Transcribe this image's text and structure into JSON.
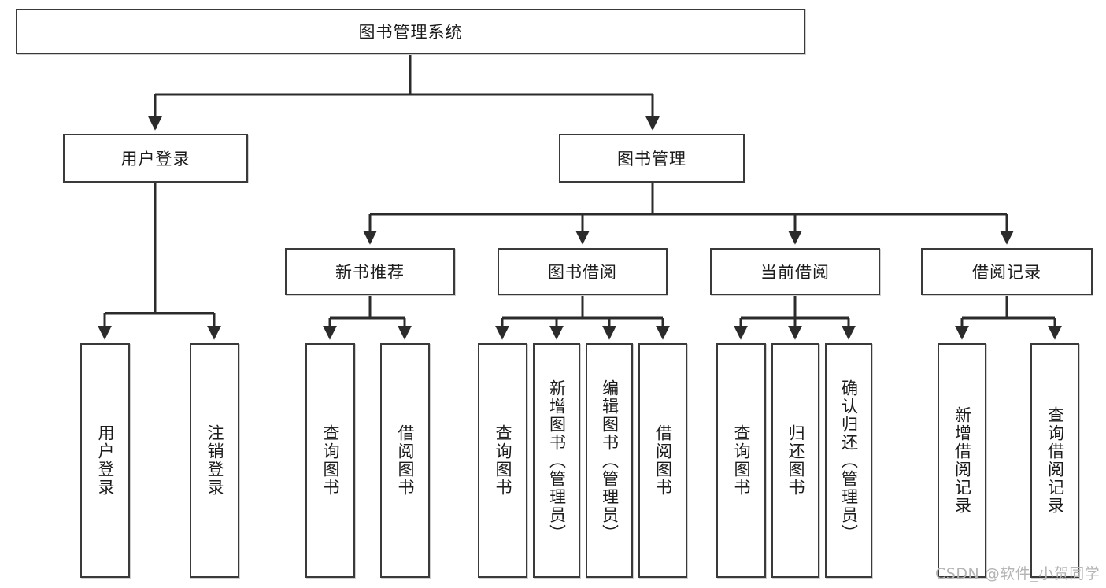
{
  "diagram": {
    "title": "图书管理系统",
    "type": "tree-hierarchy",
    "watermark": "CSDN @软件_小贺同学",
    "colors": {
      "box_border": "#3a3a3a",
      "box_fill": "#ffffff",
      "connector": "#2b2b2b",
      "text": "#1b1b1b",
      "watermark": "#b4b4b4"
    },
    "root": {
      "label": "图书管理系统"
    },
    "level2": [
      {
        "label": "用户登录"
      },
      {
        "label": "图书管理"
      }
    ],
    "level3": [
      {
        "label": "新书推荐"
      },
      {
        "label": "图书借阅"
      },
      {
        "label": "当前借阅"
      },
      {
        "label": "借阅记录"
      }
    ],
    "leaves": {
      "user_login": [
        {
          "label": "用户登录"
        },
        {
          "label": "注销登录"
        }
      ],
      "new_book_recommend": [
        {
          "label": "查询图书"
        },
        {
          "label": "借阅图书"
        }
      ],
      "book_borrow": [
        {
          "label": "查询图书"
        },
        {
          "label": "新增图书（管理员）"
        },
        {
          "label": "编辑图书（管理员）"
        },
        {
          "label": "借阅图书"
        }
      ],
      "current_borrow": [
        {
          "label": "查询图书"
        },
        {
          "label": "归还图书"
        },
        {
          "label": "确认归还（管理员）"
        }
      ],
      "borrow_record": [
        {
          "label": "新增借阅记录"
        },
        {
          "label": "查询借阅记录"
        }
      ]
    }
  }
}
